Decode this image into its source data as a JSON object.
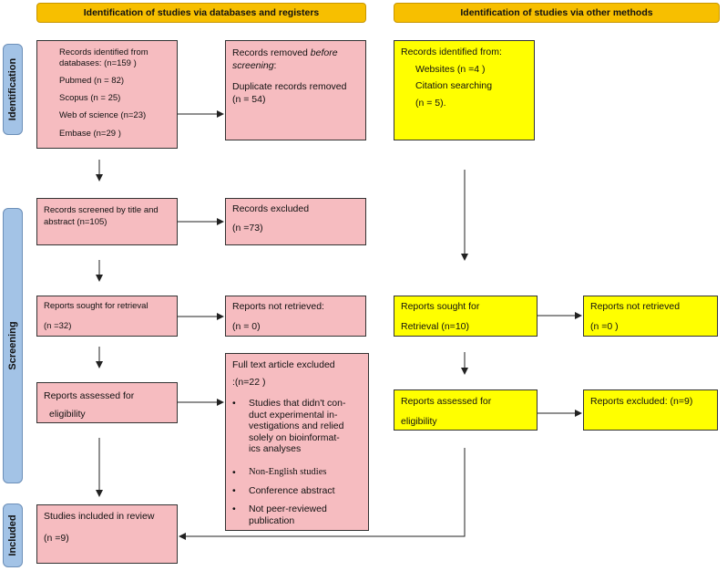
{
  "headers": {
    "databases": "Identification of studies via databases and registers",
    "other": "Identification of studies via other methods"
  },
  "phases": {
    "identification": "Identification",
    "screening": "Screening",
    "included": "Included"
  },
  "db_identified": {
    "line1": "Records identified from",
    "line2": "databases: (n=159 )",
    "pubmed": "Pubmed (n = 82)",
    "scopus": "Scopus (n = 25)",
    "wos": "Web of science (n=23)",
    "embase": "Embase (n=29 )"
  },
  "removed": {
    "prefix": "Records removed ",
    "emph": "before",
    "suffix": "screening",
    "colon": ":",
    "dup1": "Duplicate records removed",
    "dup2": "(n = 54)"
  },
  "other_identified": {
    "title": "Records identified from:",
    "websites": "Websites (n =4 )",
    "citation": "Citation searching",
    "n": "(n = 5)."
  },
  "screened": {
    "line1": "Records screened by title and",
    "line2": "abstract (n=105)"
  },
  "excluded": {
    "title": "Records excluded",
    "n": "(n =73)"
  },
  "sought_db": {
    "title": "Reports sought for retrieval",
    "n": "(n =32)"
  },
  "not_retrieved_db": {
    "title": "Reports not retrieved:",
    "n": "(n = 0)"
  },
  "sought_other": {
    "line1": "Reports sought for",
    "line2": "Retrieval (n=10)"
  },
  "not_retrieved_other": {
    "title": "Reports not retrieved",
    "n": "(n =0 )"
  },
  "assessed_db": {
    "line1": "Reports assessed for",
    "line2": "eligibility"
  },
  "fulltext_excluded": {
    "title": "Full text article excluded",
    "n": ":(n=22 )",
    "bullet": "•",
    "items": [
      [
        "Studies that didn't con-",
        "duct experimental in-",
        "vestigations and relied",
        "solely on bioinformat-",
        "ics analyses"
      ],
      [
        "Non-English studies"
      ],
      [
        "Conference abstract"
      ],
      [
        "Not peer-reviewed",
        "publication"
      ]
    ]
  },
  "assessed_other": {
    "line1": "Reports assessed for",
    "line2": "eligibility"
  },
  "excluded_other": {
    "title": "Reports excluded: (n=9)"
  },
  "included": {
    "title": "Studies included in review",
    "n": "(n =9)"
  }
}
